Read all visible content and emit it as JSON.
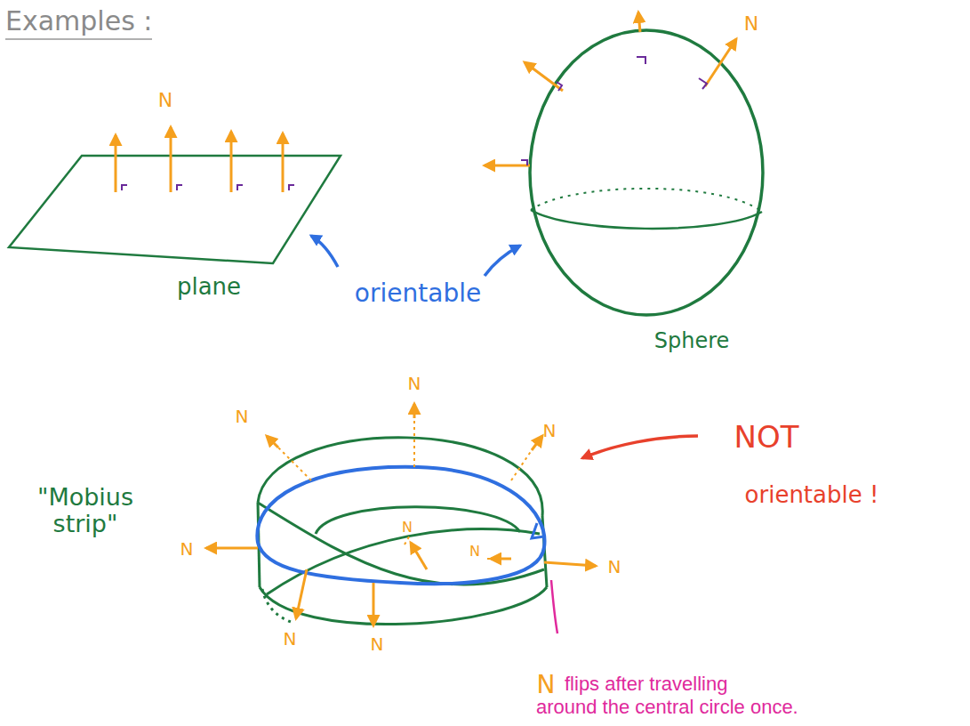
{
  "diagram": {
    "title": "Examples :",
    "labels": [
      "N",
      "N",
      "plane",
      "orientable",
      "Sphere",
      "N",
      "N",
      "N",
      "N",
      "N",
      "N",
      "N",
      "N",
      "N",
      "\"Mobius strip\"",
      "NOT",
      "orientable !",
      "N",
      "flips after travelling around the central circle once."
    ]
  }
}
